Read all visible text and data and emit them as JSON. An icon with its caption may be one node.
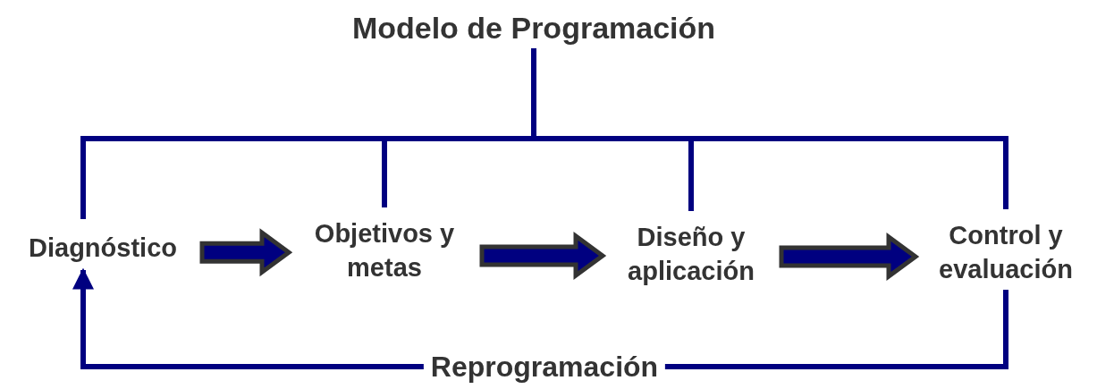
{
  "diagram": {
    "nodes": [
      {
        "text": [
          "Modelo de Programación"
        ]
      },
      {
        "text": [
          "Diagnóstico"
        ]
      },
      {
        "text": [
          "Objetivos y metas"
        ]
      },
      {
        "text": [
          "Diseño y aplicación"
        ]
      },
      {
        "text": [
          "Control y evaluación"
        ]
      }
    ],
    "edges": [
      {
        "from": 0,
        "to": 1,
        "arrow": "none"
      },
      {
        "from": 0,
        "to": 2,
        "arrow": "none"
      },
      {
        "from": 0,
        "to": 3,
        "arrow": "none"
      },
      {
        "from": 0,
        "to": 4,
        "arrow": "none"
      },
      {
        "from": 1,
        "to": 2,
        "arrow": "to",
        "style": "thick"
      },
      {
        "from": 2,
        "to": 3,
        "arrow": "to",
        "style": "thick"
      },
      {
        "from": 3,
        "to": 4,
        "arrow": "to",
        "style": "thick"
      },
      {
        "from": 4,
        "to": 1,
        "arrow": "to",
        "label": "Reprogramación"
      }
    ]
  }
}
